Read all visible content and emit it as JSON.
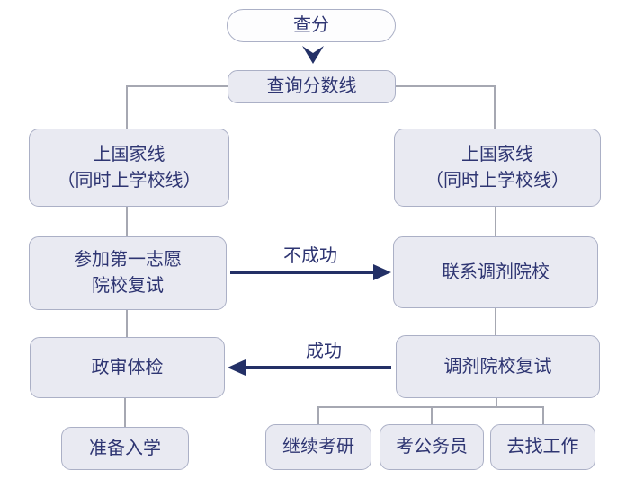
{
  "diagram": {
    "colors": {
      "bg": "#ffffff",
      "node_fill": "#e9eaf2",
      "pill_fill": "#fdfdfe",
      "node_border": "#abb0c6",
      "text": "#2e3572",
      "arrow": "#233066",
      "line": "#a6a8b2"
    },
    "nodes": {
      "check_score": {
        "label": "查分"
      },
      "check_cutoff": {
        "label": "查询分数线"
      },
      "left_national_line": {
        "label": "上国家线\n（同时上学校线）"
      },
      "right_national_line": {
        "label": "上国家线\n（同时上学校线）"
      },
      "first_choice_retest": {
        "label": "参加第一志愿\n院校复试"
      },
      "contact_adjustment": {
        "label": "联系调剂院校"
      },
      "political_review": {
        "label": "政审体检"
      },
      "adjustment_retest": {
        "label": "调剂院校复试"
      },
      "prepare_enrollment": {
        "label": "准备入学"
      },
      "continue_postgrad": {
        "label": "继续考研"
      },
      "civil_service_exam": {
        "label": "考公务员"
      },
      "find_job": {
        "label": "去找工作"
      }
    },
    "edge_labels": {
      "fail": "不成功",
      "success": "成功"
    }
  }
}
